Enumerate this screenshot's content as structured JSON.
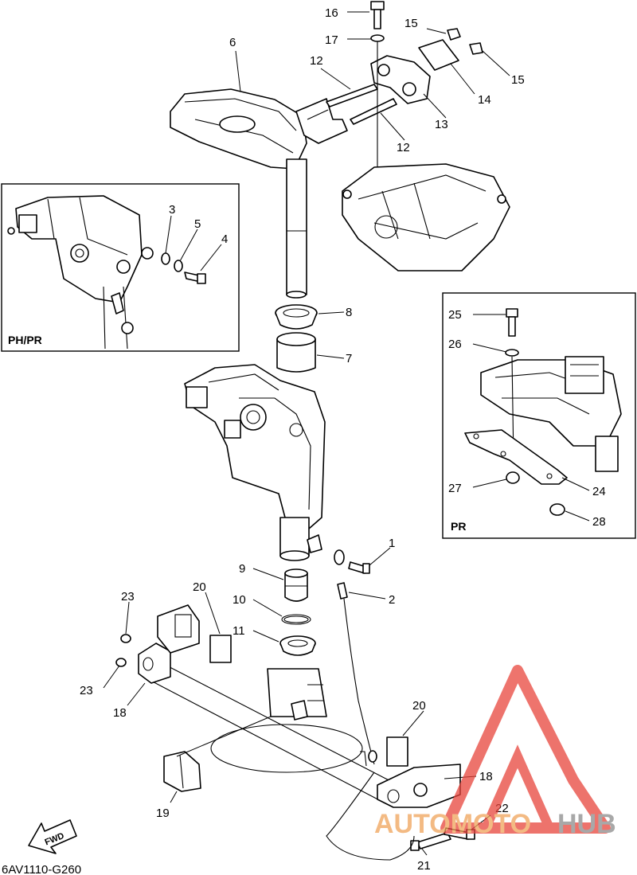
{
  "diagram_code": "6AV1110-G260",
  "insets": {
    "ph_pr": {
      "label": "PH/PR"
    },
    "pr": {
      "label": "PR"
    }
  },
  "fwd_arrow": {
    "label": "FWD"
  },
  "watermark": {
    "word_orange": "AUTOMOTO",
    "word_gray": "HUB",
    "colors": {
      "orange": "#f0a35a",
      "gray": "#8c8c8c",
      "red": "#e8453c"
    }
  },
  "callouts": {
    "c1": "1",
    "c2": "2",
    "c3": "3",
    "c4": "4",
    "c5": "5",
    "c6": "6",
    "c7": "7",
    "c8": "8",
    "c9": "9",
    "c10": "10",
    "c11": "11",
    "c12a": "12",
    "c12b": "12",
    "c13": "13",
    "c14": "14",
    "c15a": "15",
    "c15b": "15",
    "c16": "16",
    "c17": "17",
    "c18a": "18",
    "c18b": "18",
    "c19": "19",
    "c20a": "20",
    "c20b": "20",
    "c21": "21",
    "c22": "22",
    "c23a": "23",
    "c23b": "23",
    "c24": "24",
    "c25": "25",
    "c26": "26",
    "c27": "27",
    "c28": "28"
  }
}
